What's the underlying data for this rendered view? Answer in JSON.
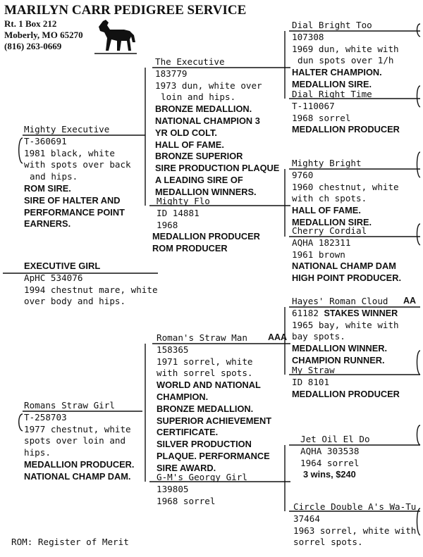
{
  "header": {
    "title": "MARILYN CARR PEDIGREE SERVICE",
    "address1": "Rt. 1  Box 212",
    "address2": "Moberly, MO 65270",
    "phone": "(816) 263-0669"
  },
  "subject": {
    "name": "EXECUTIVE GIRL",
    "lines": [
      "ApHC 534076",
      "1994 chestnut mare, white",
      "over body and hips."
    ]
  },
  "sire": {
    "name": "Mighty Executive",
    "lines": [
      "T-360691",
      "1981 black, white",
      "with spots over back",
      "and hips."
    ],
    "bold": [
      "ROM SIRE.",
      "SIRE OF HALTER AND",
      "PERFORMANCE POINT",
      "EARNERS."
    ]
  },
  "dam": {
    "name": "Romans Straw Girl",
    "lines": [
      "T-258703",
      "1977 chestnut, white",
      "spots over loin and",
      "hips."
    ],
    "bold": [
      "MEDALLION PRODUCER.",
      "NATIONAL CHAMP DAM."
    ]
  },
  "ss": {
    "name": "The Executive",
    "lines": [
      "183779",
      "1973 dun, white over",
      "loin and hips."
    ],
    "bold": [
      "BRONZE MEDALLION.",
      "NATIONAL CHAMPION 3",
      "YR OLD COLT.",
      "HALL OF FAME.",
      "BRONZE SUPERIOR",
      "SIRE PRODUCTION PLAQUE",
      "A LEADING SIRE OF",
      "MEDALLION WINNERS."
    ]
  },
  "sd": {
    "name": "Mighty Flo",
    "lines": [
      "ID 14881",
      "1968"
    ],
    "bold": [
      "MEDALLION PRODUCER",
      "ROM PRODUCER"
    ]
  },
  "ds": {
    "name": "Roman's Straw Man",
    "award": "AAA",
    "lines": [
      "158365",
      "1971 sorrel, white",
      "with sorrel spots."
    ],
    "bold": [
      "WORLD AND NATIONAL",
      "CHAMPION.",
      "BRONZE MEDALLION.",
      "SUPERIOR ACHIEVEMENT",
      "CERTIFICATE.",
      "SILVER PRODUCTION",
      "PLAQUE. PERFORMANCE",
      "SIRE AWARD."
    ]
  },
  "dd": {
    "name": "G-M's Georgy Girl",
    "lines": [
      "139805",
      "1968 sorrel"
    ]
  },
  "sss": {
    "name": "Dial Bright Too",
    "lines": [
      "107308",
      "1969 dun, white with",
      "dun spots over 1/h"
    ],
    "bold": [
      "HALTER CHAMPION.",
      "MEDALLION SIRE."
    ]
  },
  "ssd": {
    "name": "Dial Right Time",
    "lines": [
      "T-110067",
      "1968 sorrel"
    ],
    "bold": [
      "MEDALLION PRODUCER"
    ]
  },
  "sds": {
    "name": "Mighty Bright",
    "lines": [
      "9760",
      "1960 chestnut, white",
      "with ch spots."
    ],
    "bold": [
      "HALL OF FAME.",
      "MEDALLION SIRE."
    ]
  },
  "sdd": {
    "name": "Cherry Cordial",
    "lines": [
      "AQHA 182311",
      "1961 brown"
    ],
    "bold": [
      "NATIONAL CHAMP DAM",
      "HIGH POINT PRODUCER."
    ]
  },
  "dss": {
    "name": "Hayes' Roman Cloud",
    "award": "AA",
    "line1": "61182",
    "line1_bold": "STAKES WINNER",
    "lines": [
      "1965 bay, white with",
      "bay spots."
    ],
    "bold": [
      "MEDALLION WINNER.",
      "CHAMPION RUNNER."
    ]
  },
  "dsd": {
    "name": "My Straw",
    "lines": [
      "ID 8101"
    ],
    "bold": [
      "MEDALLION PRODUCER"
    ]
  },
  "dds": {
    "name": "Jet Oil El Do",
    "lines": [
      "AQHA 303538",
      "1964 sorrel"
    ],
    "bold": [
      "3 wins, $240"
    ]
  },
  "ddd": {
    "name": "Circle Double A's Wa-Tu",
    "lines": [
      "37464",
      "1963 sorrel, white with",
      "sorrel spots."
    ]
  },
  "footnote": "ROM: Register of Merit"
}
